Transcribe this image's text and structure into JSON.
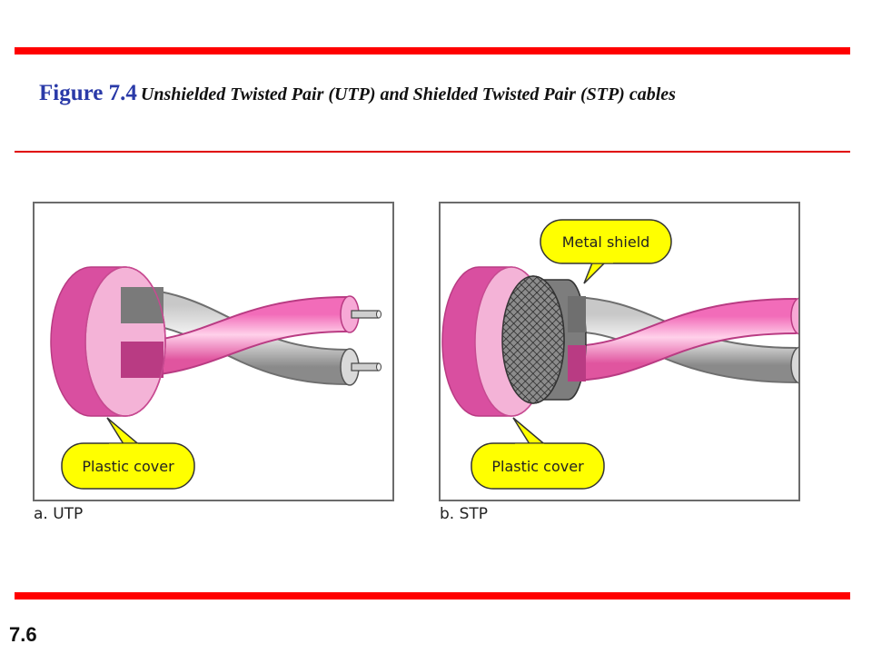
{
  "slide": {
    "figure_number": "Figure 7.4",
    "caption": "Unshielded Twisted Pair (UTP) and Shielded Twisted Pair (STP) cables",
    "page_number": "7.6"
  },
  "panels": {
    "utp": {
      "label": "a. UTP",
      "callout": "Plastic cover"
    },
    "stp": {
      "label": "b. STP",
      "callout_cover": "Plastic cover",
      "callout_shield": "Metal shield"
    }
  },
  "colors": {
    "accent_bar": "#ff0000",
    "figure_number": "#2a3aa8",
    "jacket_pink": "#e96fb3",
    "wire_pink": "#f07ac0",
    "wire_gray": "#9a9a9a",
    "callout_fill": "#ffff00"
  }
}
